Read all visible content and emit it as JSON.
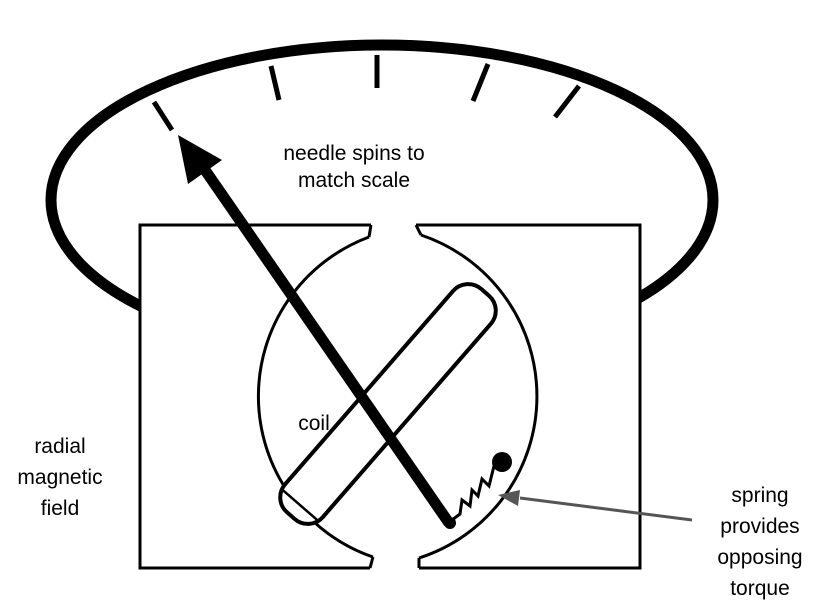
{
  "diagram": {
    "labels": {
      "needle_line1": "needle spins to",
      "needle_line2": "match scale",
      "coil": "coil",
      "field_line1": "radial",
      "field_line2": "magnetic",
      "field_line3": "field",
      "spring_line1": "spring",
      "spring_line2": "provides",
      "spring_line3": "opposing",
      "spring_line4": "torque"
    },
    "colors": {
      "stroke": "#000000",
      "background": "#ffffff",
      "pointer_arrow": "#555555"
    }
  }
}
